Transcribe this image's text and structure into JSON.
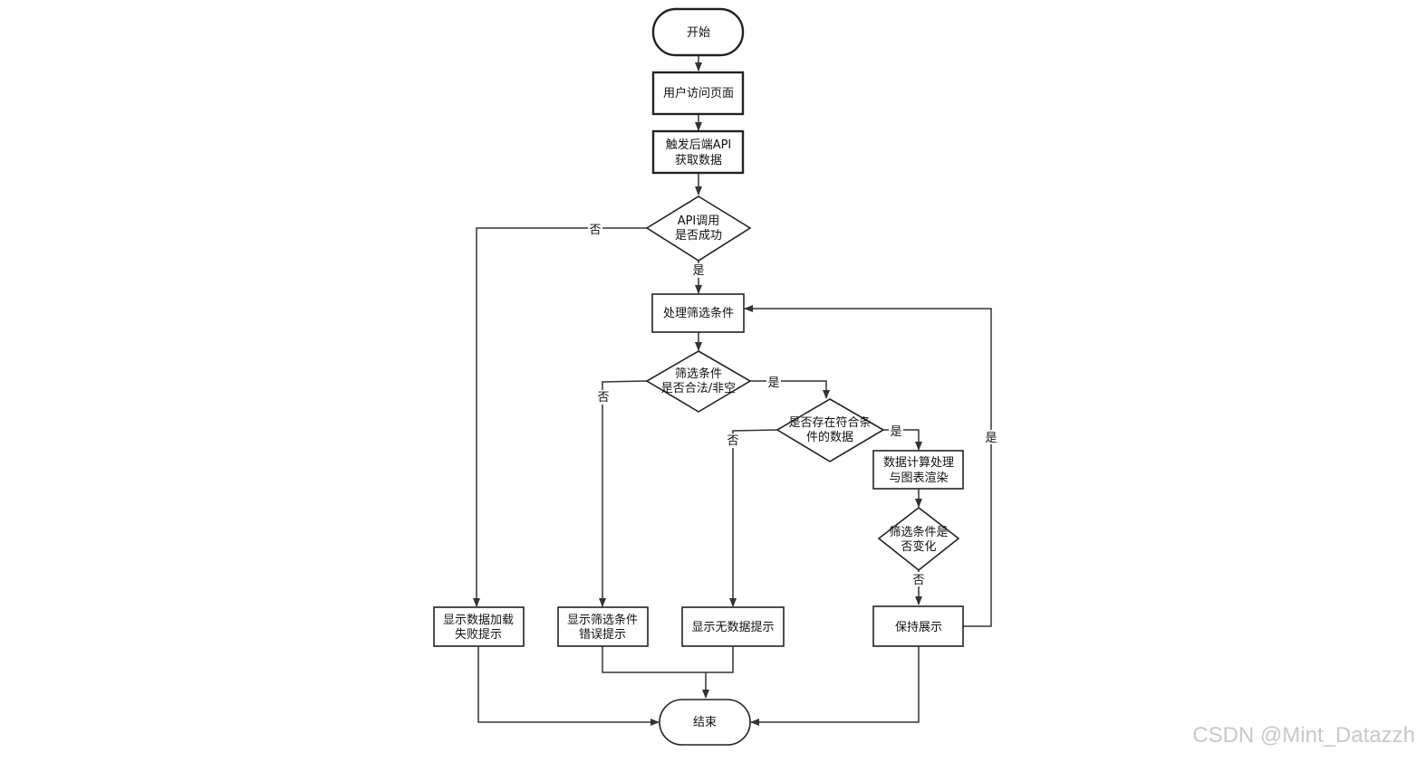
{
  "nodes": {
    "start": "开始",
    "visit": "用户访问页面",
    "api_1": "触发后端API",
    "api_2": "获取数据",
    "dec_api_1": "API调用",
    "dec_api_2": "是否成功",
    "filter": "处理筛选条件",
    "dec_valid_1": "筛选条件",
    "dec_valid_2": "是否合法/非空",
    "dec_exist_1": "是否存在符合条",
    "dec_exist_2": "件的数据",
    "calc_1": "数据计算处理",
    "calc_2": "与图表渲染",
    "dec_change_1": "筛选条件是",
    "dec_change_2": "否变化",
    "fail_1": "显示数据加载",
    "fail_2": "失败提示",
    "err_1": "显示筛选条件",
    "err_2": "错误提示",
    "nodata": "显示无数据提示",
    "keep": "保持展示",
    "end": "结束"
  },
  "labels": {
    "api_no": "否",
    "api_yes": "是",
    "valid_no": "否",
    "valid_yes": "是",
    "exist_no": "否",
    "exist_yes": "是",
    "change_no": "否",
    "loop_yes": "是"
  },
  "watermark": "CSDN @Mint_Datazzh"
}
